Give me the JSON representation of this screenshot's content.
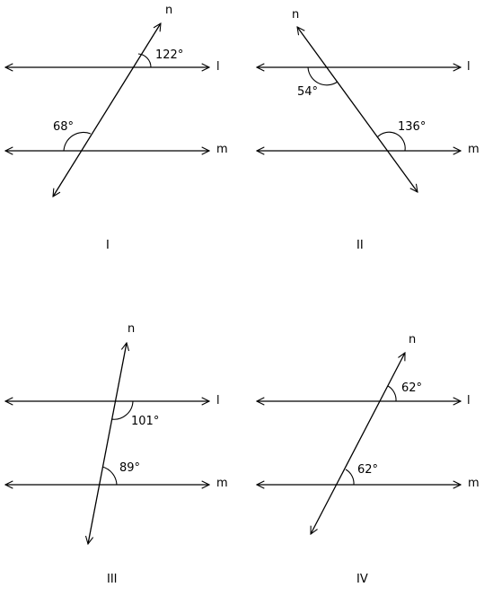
{
  "figures": [
    {
      "id": "I",
      "caption": "I",
      "line_l": "l",
      "line_m": "m",
      "line_n": "n",
      "angle_top": "122°",
      "angle_bottom": "68°"
    },
    {
      "id": "II",
      "caption": "II",
      "line_l": "l",
      "line_m": "m",
      "line_n": "n",
      "angle_top": "54°",
      "angle_bottom": "136°"
    },
    {
      "id": "III",
      "caption": "III",
      "line_l": "l",
      "line_m": "m",
      "line_n": "n",
      "angle_top": "101°",
      "angle_bottom": "89°"
    },
    {
      "id": "IV",
      "caption": "IV",
      "line_l": "l",
      "line_m": "m",
      "line_n": "n",
      "angle_top": "62°",
      "angle_bottom": "62°"
    }
  ]
}
